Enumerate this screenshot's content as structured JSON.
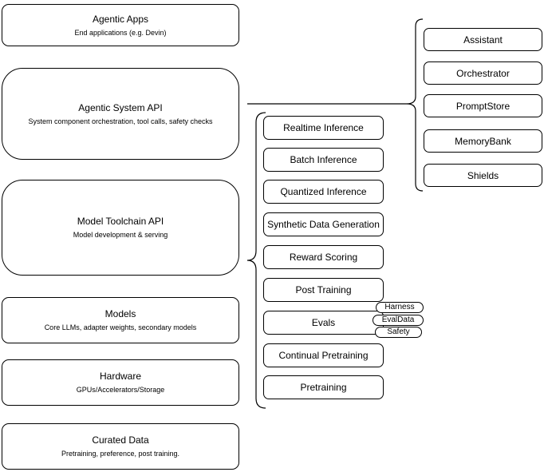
{
  "canvas": {
    "background_color": "#ffffff",
    "stroke_color": "#000000"
  },
  "left_column": {
    "boxes": [
      {
        "title": "Agentic Apps",
        "subtitle": "End applications (e.g. Devin)"
      },
      {
        "title": "Agentic System API",
        "subtitle": "System component orchestration, tool calls, safety checks"
      },
      {
        "title": "Model Toolchain API",
        "subtitle": "Model development & serving"
      },
      {
        "title": "Models",
        "subtitle": "Core LLMs, adapter weights, secondary models"
      },
      {
        "title": "Hardware",
        "subtitle": "GPUs/Accelerators/Storage"
      },
      {
        "title": "Curated Data",
        "subtitle": "Pretraining, preference, post training."
      }
    ]
  },
  "toolchain_group": {
    "items": [
      {
        "label": "Realtime Inference"
      },
      {
        "label": "Batch Inference"
      },
      {
        "label": "Quantized Inference"
      },
      {
        "label": "Synthetic Data Generation"
      },
      {
        "label": "Reward Scoring"
      },
      {
        "label": "Post Training"
      },
      {
        "label": "Evals"
      },
      {
        "label": "Continual Pretraining"
      },
      {
        "label": "Pretraining"
      }
    ],
    "eval_tags": [
      {
        "label": "Harness"
      },
      {
        "label": "EvalData"
      },
      {
        "label": "Safety"
      }
    ]
  },
  "system_group": {
    "items": [
      {
        "label": "Assistant"
      },
      {
        "label": "Orchestrator"
      },
      {
        "label": "PromptStore"
      },
      {
        "label": "MemoryBank"
      },
      {
        "label": "Shields"
      }
    ]
  }
}
